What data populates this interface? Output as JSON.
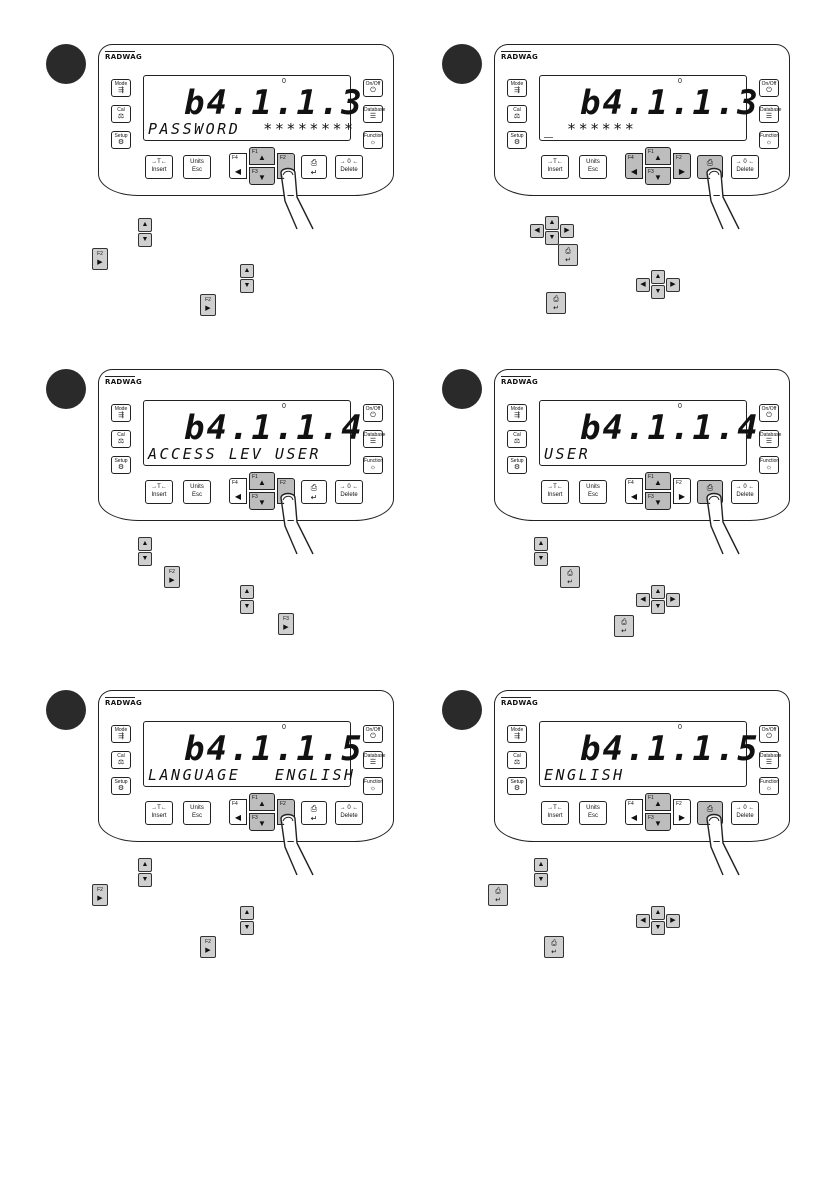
{
  "device": {
    "logo": "RADWAG",
    "keys": {
      "mode": "Mode",
      "cal": "Cal",
      "setup": "Setup",
      "onoff": "On/Off",
      "database": "Database",
      "function": "Function",
      "tare": "→T←",
      "insert": "Insert",
      "units": "Units",
      "esc": "Esc",
      "zero": "→ 0 ←",
      "delete": "Delete",
      "f1": "F1",
      "f2": "F2",
      "f3": "F3",
      "f4": "F4"
    }
  },
  "panels": [
    {
      "main": "b4.1.1.3",
      "sub": "PASSWORD  ********",
      "indicator": "0"
    },
    {
      "main": "b4.1.1.3",
      "sub": "_ ******",
      "indicator": "0"
    },
    {
      "main": "b4.1.1.4",
      "sub": "ACCESS LEV USER",
      "indicator": "0"
    },
    {
      "main": "b4.1.1.4",
      "sub": "USER",
      "indicator": "0"
    },
    {
      "main": "b4.1.1.5",
      "sub": "LANGUAGE   ENGLISH",
      "indicator": "0"
    },
    {
      "main": "b4.1.1.5",
      "sub": "ENGLISH",
      "indicator": "0"
    }
  ]
}
